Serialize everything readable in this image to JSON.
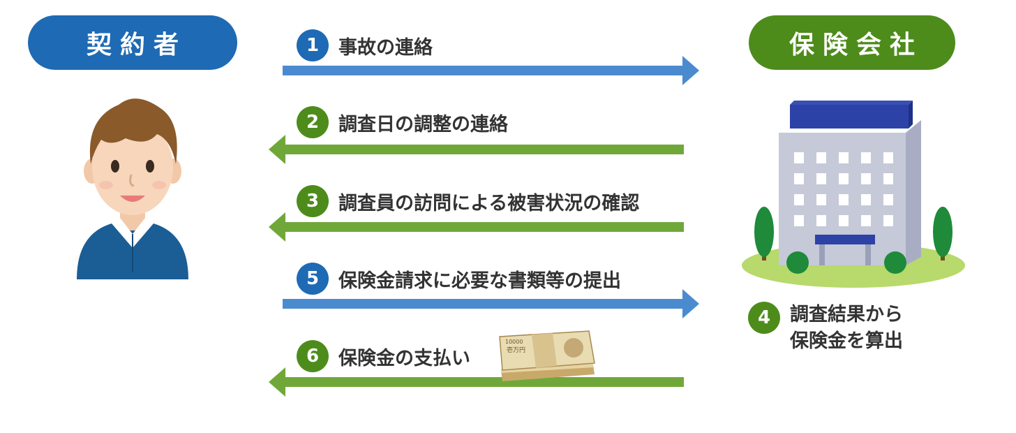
{
  "contractor": {
    "label": "契約者"
  },
  "insurer": {
    "label": "保険会社"
  },
  "steps": [
    {
      "number": "1",
      "text": "事故の連絡",
      "direction": "right",
      "color": "#4a8bd0"
    },
    {
      "number": "2",
      "text": "調査日の調整の連絡",
      "direction": "left",
      "color": "#6fa839"
    },
    {
      "number": "3",
      "text": "調査員の訪問による被害状況の確認",
      "direction": "left",
      "color": "#6fa839"
    },
    {
      "number": "5",
      "text": "保険金請求に必要な書類等の提出",
      "direction": "right",
      "color": "#4a8bd0"
    },
    {
      "number": "6",
      "text": "保険金の支払い",
      "direction": "left",
      "color": "#6fa839"
    }
  ],
  "insurer_step": {
    "number": "4",
    "line1": "調査結果から",
    "line2": "保険金を算出"
  },
  "money": {
    "top_number": "10000",
    "denomination": "壱万円"
  },
  "colors": {
    "blue": "#1e6ab4",
    "green": "#4d8c1b",
    "arrow_blue": "#4a8bd0",
    "arrow_green": "#6fa839"
  }
}
